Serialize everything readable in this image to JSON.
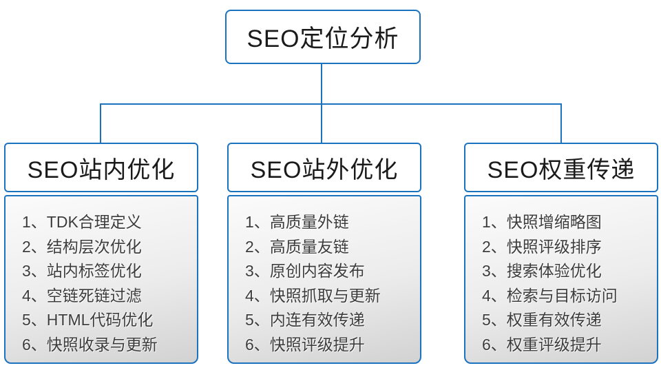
{
  "diagram": {
    "root": {
      "title": "SEO定位分析"
    },
    "branches": [
      {
        "title": "SEO站内优化",
        "items": [
          "1、TDK合理定义",
          "2、结构层次优化",
          "3、站内标签优化",
          "4、空链死链过滤",
          "5、HTML代码优化",
          "6、快照收录与更新"
        ]
      },
      {
        "title": "SEO站外优化",
        "items": [
          "1、高质量外链",
          "2、高质量友链",
          "3、原创内容发布",
          "4、快照抓取与更新",
          "5、内连有效传递",
          "6、快照评级提升"
        ]
      },
      {
        "title": "SEO权重传递",
        "items": [
          "1、快照增缩略图",
          "2、快照评级排序",
          "3、搜索体验优化",
          "4、检索与目标访问",
          "5、权重有效传递",
          "6、权重评级提升"
        ]
      }
    ],
    "colors": {
      "accent": "#1b72be",
      "panel_gradient_top": "#fbfbfb",
      "panel_gradient_bottom": "#d2d2d2"
    }
  }
}
